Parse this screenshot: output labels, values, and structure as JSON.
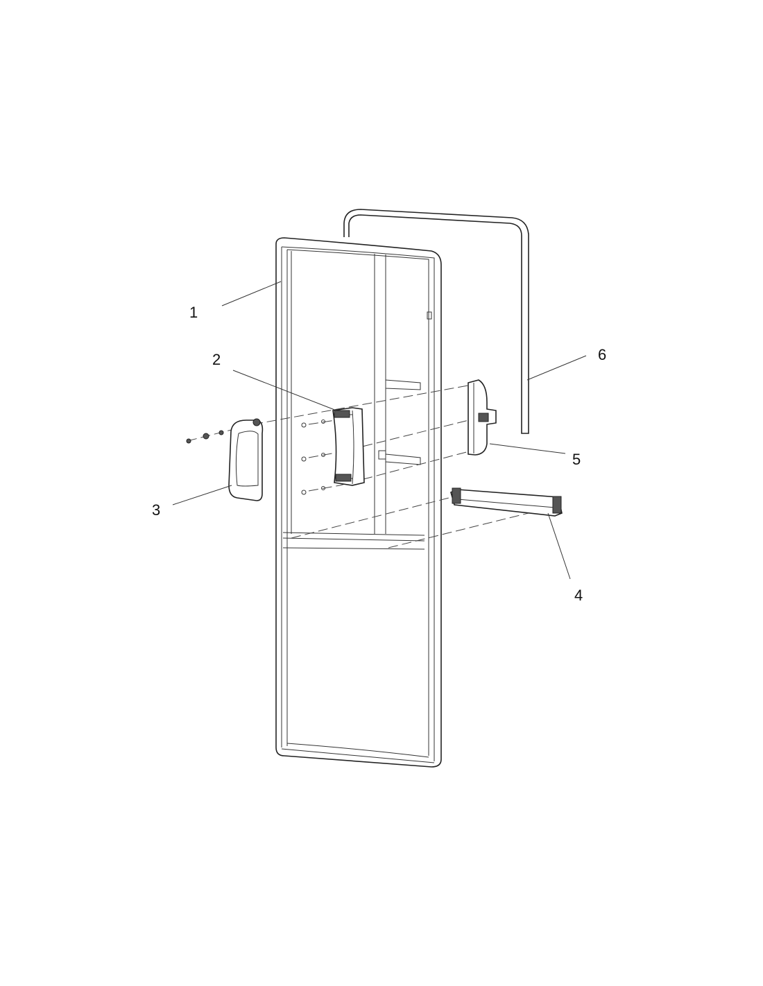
{
  "diagram": {
    "callouts": [
      {
        "number": "1",
        "part": "door-frame"
      },
      {
        "number": "2",
        "part": "handle-mount-inner"
      },
      {
        "number": "3",
        "part": "door-handle"
      },
      {
        "number": "4",
        "part": "hinge-bar"
      },
      {
        "number": "5",
        "part": "handle-mount-outer"
      },
      {
        "number": "6",
        "part": "door-gasket"
      }
    ]
  }
}
